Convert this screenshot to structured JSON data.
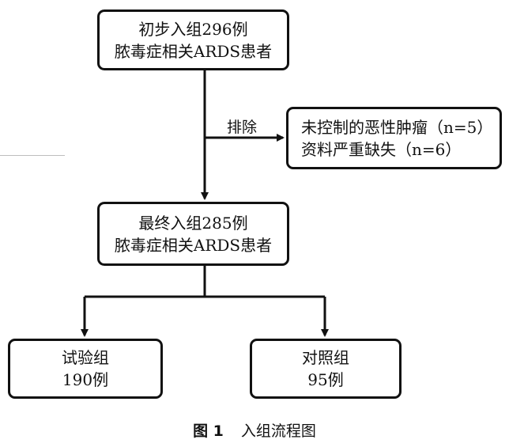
{
  "boxes": {
    "initial": {
      "line1": "初步入组296例",
      "line2": "脓毒症相关ARDS患者"
    },
    "exclude": {
      "line1": "未控制的恶性肿瘤（n=5）",
      "line2": "资料严重缺失（n=6）"
    },
    "final": {
      "line1": "最终入组285例",
      "line2": "脓毒症相关ARDS患者"
    },
    "test": {
      "line1": "试验组",
      "line2": "190例"
    },
    "control": {
      "line1": "对照组",
      "line2": "95例"
    }
  },
  "exclude_label": "排除",
  "caption": {
    "number": "图 1",
    "title": "入组流程图"
  }
}
